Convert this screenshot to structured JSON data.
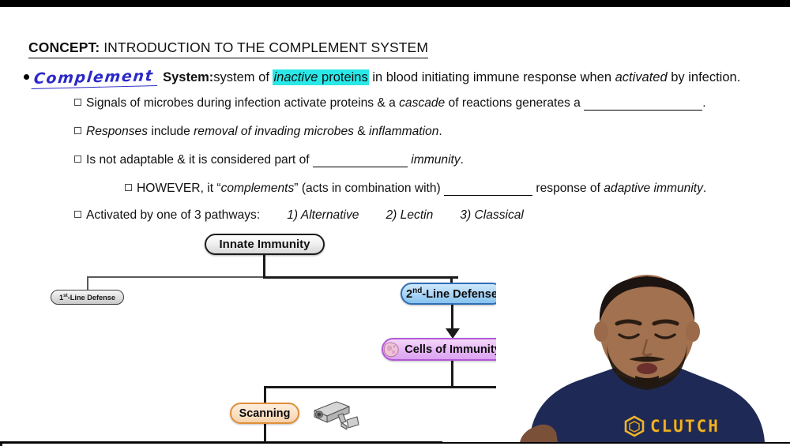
{
  "slide": {
    "concept_label": "CONCEPT:",
    "concept_title": "INTRODUCTION TO THE COMPLEMENT SYSTEM",
    "bullet": {
      "handwritten_answer": "Complement",
      "term": "System:",
      "text_before_highlight": "system of ",
      "highlight_italic": "inactive",
      "highlight_rest": " proteins",
      "text_after_highlight": " in blood initiating immune response when ",
      "italic_word": "activated",
      "text_end": " by infection."
    },
    "sub_bullets": [
      {
        "id": "cascade",
        "parts": [
          {
            "t": "Signals of microbes during infection activate proteins & a ",
            "style": "normal"
          },
          {
            "t": "cascade",
            "style": "italic"
          },
          {
            "t": " of reactions generates a ",
            "style": "normal"
          },
          {
            "t": "",
            "style": "blank-long"
          },
          {
            "t": ".",
            "style": "normal"
          }
        ]
      },
      {
        "id": "responses",
        "parts": [
          {
            "t": "Responses",
            "style": "italic"
          },
          {
            "t": " include ",
            "style": "normal"
          },
          {
            "t": "removal of invading microbes",
            "style": "italic"
          },
          {
            "t": " & ",
            "style": "normal"
          },
          {
            "t": "inflammation",
            "style": "italic"
          },
          {
            "t": ".",
            "style": "normal"
          }
        ]
      },
      {
        "id": "not-adaptable",
        "parts": [
          {
            "t": "Is not adaptable & it is considered part of ",
            "style": "normal"
          },
          {
            "t": "",
            "style": "blank-mid"
          },
          {
            "t": " ",
            "style": "normal"
          },
          {
            "t": "immunity",
            "style": "italic"
          },
          {
            "t": ".",
            "style": "normal"
          }
        ]
      },
      {
        "id": "however",
        "indent": true,
        "parts": [
          {
            "t": "HOWEVER, it “",
            "style": "normal"
          },
          {
            "t": "complements",
            "style": "italic"
          },
          {
            "t": "” (acts in combination with) ",
            "style": "normal"
          },
          {
            "t": "",
            "style": "blank-mid2"
          },
          {
            "t": " response of ",
            "style": "normal"
          },
          {
            "t": "adaptive immunity",
            "style": "italic"
          },
          {
            "t": ".",
            "style": "normal"
          }
        ]
      },
      {
        "id": "pathways",
        "parts": [
          {
            "t": "Activated by one of 3 pathways:",
            "style": "normal"
          },
          {
            "t": "",
            "style": "gap"
          },
          {
            "t": "1) Alternative",
            "style": "italic"
          },
          {
            "t": "",
            "style": "gap"
          },
          {
            "t": "2) Lectin",
            "style": "italic"
          },
          {
            "t": "",
            "style": "gap"
          },
          {
            "t": "3) Classical",
            "style": "italic"
          }
        ]
      }
    ],
    "diagram": {
      "nodes": {
        "innate": "Innate Immunity",
        "first_line_num": "1",
        "first_line_sup": "st",
        "first_line_rest": "-Line Defense",
        "second_line_num": "2",
        "second_line_sup": "nd",
        "second_line_rest": "-Line Defense",
        "cells": "Cells of Immunity",
        "scanning": "Scanning"
      },
      "icons": {
        "macrophage": "macrophage-cell-icon",
        "dendritic": "dendritic-cell-icon",
        "camera": "security-camera-icon"
      }
    },
    "colors": {
      "highlight": "#2ae8e8",
      "handwriting": "#2a28c8",
      "second_line_fill": "#a9d4f5",
      "cells_fill": "#e6b6f6",
      "scanning_fill": "#fadfc2",
      "brand": "#f0b429"
    }
  },
  "webcam": {
    "brand_text": "CLUTCH",
    "shirt_color": "#1e2a55"
  }
}
